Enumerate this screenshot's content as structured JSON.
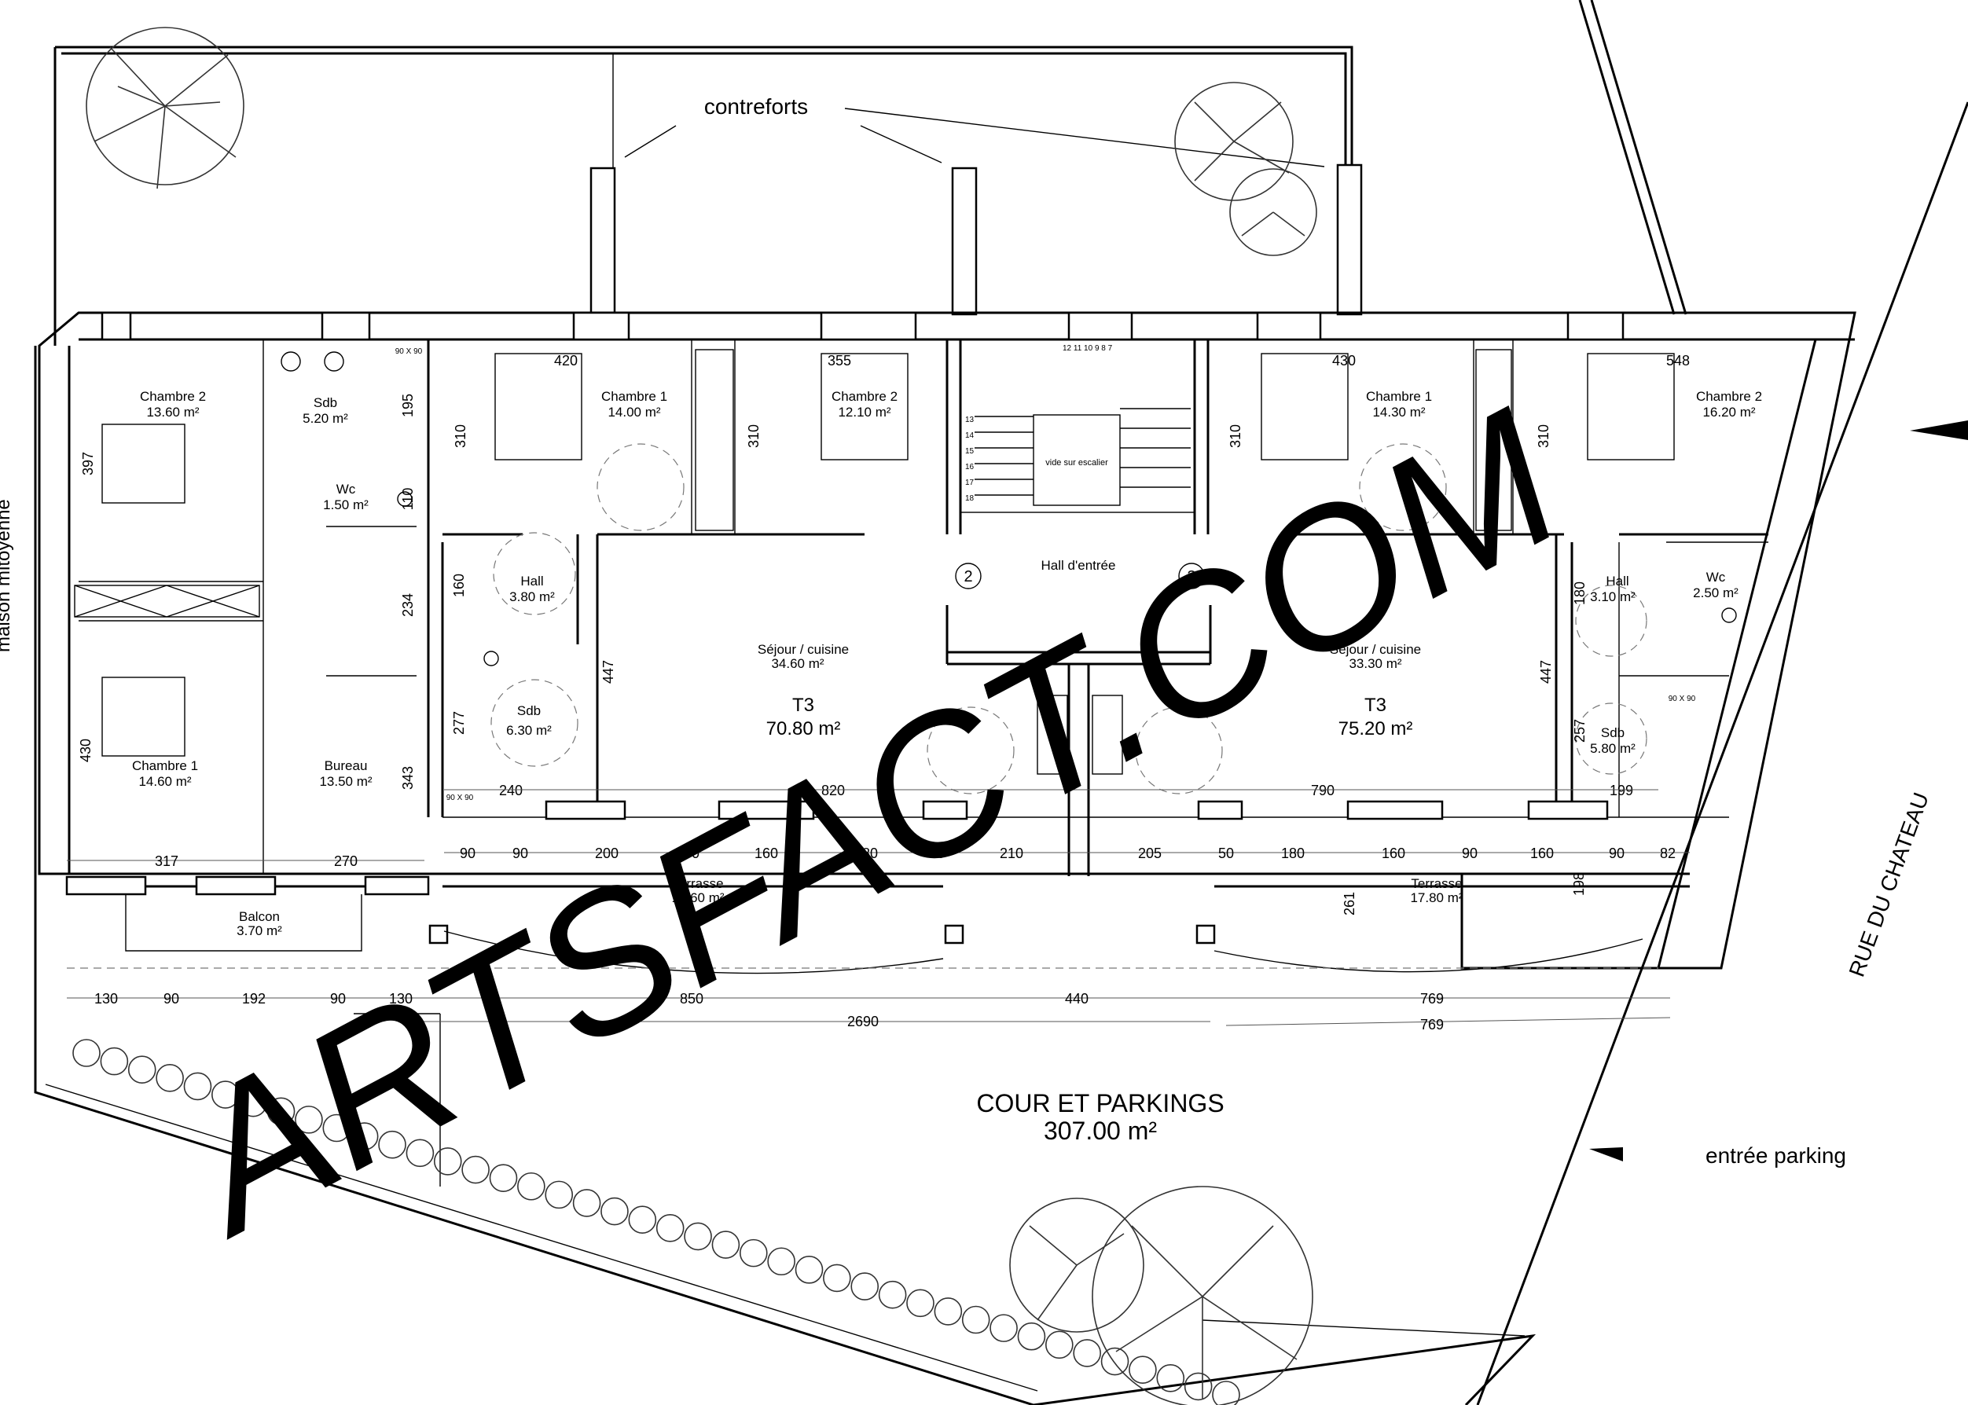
{
  "labels": {
    "contreforts": "contreforts",
    "street": "RUE DU CHATEAU",
    "neighbour": "maison mitoyenne",
    "court_name": "COUR ET PARKINGS",
    "court_area": "307.00 m²",
    "parking_entry": "entrée parking",
    "hall_entree": "Hall d'entrée",
    "vide_escalier": "vide sur escalier",
    "stair_marker_left": "2",
    "stair_marker_right": "3",
    "watermark": "ARTSFACT.COM"
  },
  "rooms": {
    "left_chambre2": {
      "name": "Chambre 2",
      "area": "13.60 m²"
    },
    "left_sdb": {
      "name": "Sdb",
      "area": "5.20 m²"
    },
    "left_wc": {
      "name": "Wc",
      "area": "1.50 m²"
    },
    "left_chambre1": {
      "name": "Chambre 1",
      "area": "14.60 m²"
    },
    "left_bureau": {
      "name": "Bureau",
      "area": "13.50 m²"
    },
    "left_balcon": {
      "name": "Balcon",
      "area": "3.70 m²"
    },
    "t3a_chambre1": {
      "name": "Chambre 1",
      "area": "14.00 m²"
    },
    "t3a_chambre2": {
      "name": "Chambre 2",
      "area": "12.10 m²"
    },
    "t3a_hall": {
      "name": "Hall",
      "area": "3.80 m²"
    },
    "t3a_sdb": {
      "name": "Sdb",
      "area": "6.30 m²"
    },
    "t3a_sejour": {
      "name": "Séjour / cuisine",
      "area": "34.60 m²"
    },
    "t3a_total": {
      "name": "T3",
      "area": "70.80 m²"
    },
    "t3a_terrasse": {
      "name": "Terrasse",
      "area": "19.60 m²"
    },
    "t3b_chambre1": {
      "name": "Chambre 1",
      "area": "14.30 m²"
    },
    "t3b_chambre2": {
      "name": "Chambre 2",
      "area": "16.20 m²"
    },
    "t3b_hall": {
      "name": "Hall",
      "area": "3.10 m²"
    },
    "t3b_wc": {
      "name": "Wc",
      "area": "2.50 m²"
    },
    "t3b_sdb": {
      "name": "Sdb",
      "area": "5.80 m²"
    },
    "t3b_sejour": {
      "name": "Séjour / cuisine",
      "area": "33.30 m²"
    },
    "t3b_total": {
      "name": "T3",
      "area": "75.20 m²"
    },
    "t3b_terrasse": {
      "name": "Terrasse",
      "area": "17.80 m²"
    }
  },
  "dimensions": {
    "top_420": "420",
    "top_355": "355",
    "top_430": "430",
    "top_548": "548",
    "v_397": "397",
    "v_195": "195",
    "v_110": "110",
    "v_234": "234",
    "v_430": "430",
    "v_343": "343",
    "v_310a": "310",
    "v_310b": "310",
    "v_310c": "310",
    "v_310d": "310",
    "v_160": "160",
    "v_277": "277",
    "v_447a": "447",
    "v_447b": "447",
    "v_180": "180",
    "v_257": "257",
    "v_261": "261",
    "v_198": "198",
    "sq_90x90_a": "90 X 90",
    "sq_90x90_b": "90 X 90",
    "sq_90x90_c": "90 X 90",
    "h_240": "240",
    "h_820": "820",
    "h_790": "790",
    "h_199": "199",
    "h_317": "317",
    "h_270": "270",
    "r1_90a": "90",
    "r1_90b": "90",
    "r1_200": "200",
    "r1_90c": "90",
    "r1_160a": "160",
    "r1_180a": "180",
    "r1_50a": "50",
    "r1_210": "210",
    "r1_205": "205",
    "r1_50b": "50",
    "r1_180b": "180",
    "r1_160b": "160",
    "r1_90d": "90",
    "r1_160c": "160",
    "r1_90e": "90",
    "r1_82": "82",
    "b_130a": "130",
    "b_90a": "90",
    "b_192": "192",
    "b_90b": "90",
    "b_130b": "130",
    "b_850": "850",
    "b_440": "440",
    "b_769a": "769",
    "b_769b": "769",
    "b_2690": "2690",
    "stair_steps_top": "12 11 10 9 8 7",
    "stair_steps_left_1": "13",
    "stair_steps_left_2": "14",
    "stair_steps_left_3": "15",
    "stair_steps_left_4": "16",
    "stair_steps_left_5": "17",
    "stair_steps_left_6": "18"
  }
}
